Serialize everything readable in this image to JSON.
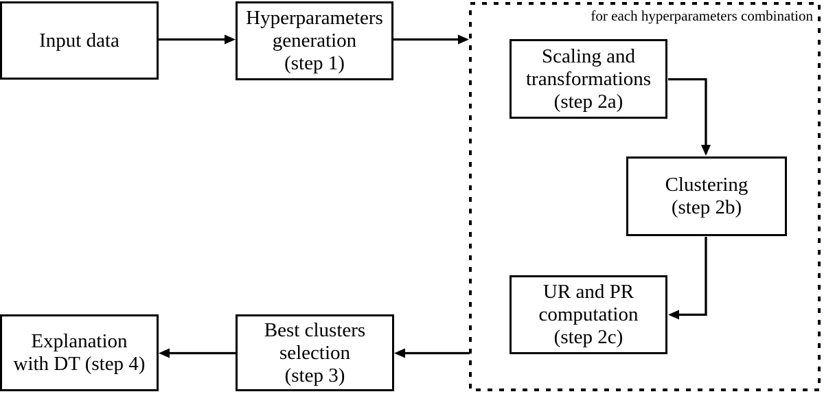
{
  "figure": {
    "type": "flowchart",
    "background": "#ffffff",
    "stroke_color": "#000000",
    "loop_label": "for each hyperparameters combination",
    "nodes": {
      "input_data": {
        "lines": [
          "Input data"
        ]
      },
      "step1": {
        "lines": [
          "Hyperparameters",
          "generation",
          "(step 1)"
        ]
      },
      "step2a": {
        "lines": [
          "Scaling and",
          "transformations",
          "(step 2a)"
        ]
      },
      "step2b": {
        "lines": [
          "Clustering",
          "(step 2b)"
        ]
      },
      "step2c": {
        "lines": [
          "UR and PR",
          "computation",
          "(step 2c)"
        ]
      },
      "step3": {
        "lines": [
          "Best clusters",
          "selection",
          "(step 3)"
        ]
      },
      "step4": {
        "lines": [
          "Explanation",
          "with DT (step 4)"
        ]
      }
    },
    "edges": [
      {
        "from": "input_data",
        "to": "step1"
      },
      {
        "from": "step1",
        "to": "loop"
      },
      {
        "from": "step2a",
        "to": "step2b"
      },
      {
        "from": "step2b",
        "to": "step2c"
      },
      {
        "from": "loop",
        "to": "step3"
      },
      {
        "from": "step3",
        "to": "step4"
      }
    ]
  }
}
